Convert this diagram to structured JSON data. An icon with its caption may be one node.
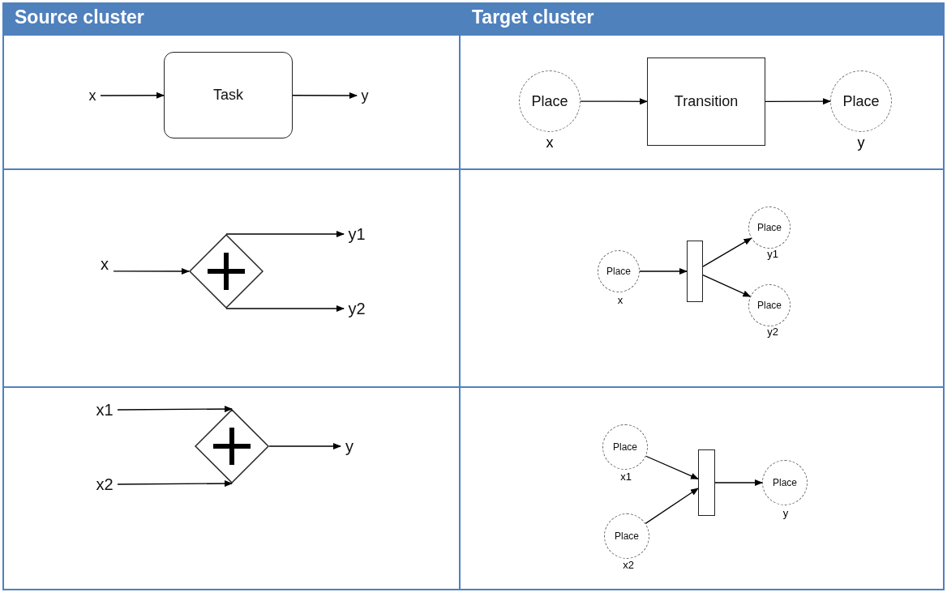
{
  "diagram": {
    "nodes": [
      {
        "text": [
          "x"
        ]
      },
      {
        "text": [
          "Task"
        ]
      },
      {
        "text": [
          "y"
        ]
      },
      {
        "text": [
          "Place"
        ],
        "beside": [
          "x"
        ]
      },
      {
        "text": [
          "Transition"
        ]
      },
      {
        "text": [
          "Place"
        ],
        "beside": [
          "y"
        ]
      },
      {
        "text": [
          "x"
        ]
      },
      {
        "text": [],
        "shape": "diamond"
      },
      {
        "text": [
          "y1"
        ]
      },
      {
        "text": [
          "y2"
        ]
      },
      {
        "text": [
          "Place"
        ],
        "beside": [
          "x"
        ]
      },
      {
        "text": [],
        "shape": "bar"
      },
      {
        "text": [
          "Place"
        ],
        "beside": [
          "y1"
        ]
      },
      {
        "text": [
          "Place"
        ],
        "beside": [
          "y2"
        ]
      },
      {
        "text": [
          "x1"
        ]
      },
      {
        "text": [
          "x2"
        ]
      },
      {
        "text": [],
        "shape": "diamond"
      },
      {
        "text": [
          "y"
        ]
      },
      {
        "text": [
          "Place"
        ],
        "beside": [
          "x1"
        ]
      },
      {
        "text": [
          "Place"
        ],
        "beside": [
          "x2"
        ]
      },
      {
        "text": [],
        "shape": "bar"
      },
      {
        "text": [
          "Place"
        ],
        "beside": [
          "y"
        ]
      }
    ],
    "edges": [
      {
        "from": 0,
        "to": 1,
        "arrow": "to"
      },
      {
        "from": 1,
        "to": 2,
        "arrow": "to"
      },
      {
        "from": 3,
        "to": 4,
        "arrow": "to"
      },
      {
        "from": 4,
        "to": 5,
        "arrow": "to"
      },
      {
        "from": 6,
        "to": 7,
        "arrow": "to"
      },
      {
        "from": 7,
        "to": 8,
        "arrow": "to"
      },
      {
        "from": 7,
        "to": 9,
        "arrow": "to"
      },
      {
        "from": 10,
        "to": 11,
        "arrow": "to"
      },
      {
        "from": 11,
        "to": 12,
        "arrow": "to"
      },
      {
        "from": 11,
        "to": 13,
        "arrow": "to"
      },
      {
        "from": 14,
        "to": 16,
        "arrow": "to"
      },
      {
        "from": 15,
        "to": 16,
        "arrow": "to"
      },
      {
        "from": 16,
        "to": 17,
        "arrow": "to"
      },
      {
        "from": 18,
        "to": 20,
        "arrow": "to"
      },
      {
        "from": 19,
        "to": 20,
        "arrow": "to"
      },
      {
        "from": 20,
        "to": 21,
        "arrow": "to"
      }
    ],
    "labels": [
      "Source cluster",
      "Target cluster"
    ]
  }
}
